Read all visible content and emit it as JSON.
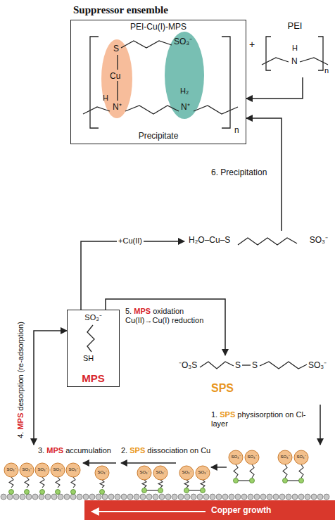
{
  "diagram": {
    "title": "Suppressor ensemble",
    "nodes": [
      {
        "text": [
          "PEI-Cu(I)-MPS",
          "Precipitate"
        ]
      },
      {
        "text": [
          "PEI"
        ]
      },
      {
        "text": [
          "H₂O–Cu–S",
          "SO₃⁻"
        ]
      },
      {
        "text": [
          "SO₃⁻",
          "SH",
          "MPS"
        ]
      },
      {
        "text": [
          "SPS"
        ]
      },
      {
        "text": [
          "Copper growth"
        ]
      }
    ],
    "edges": [
      {
        "from": 1,
        "to": 0,
        "arrow": "to"
      },
      {
        "from": 2,
        "to": 0,
        "label": "6. Precipitation",
        "arrow": "to"
      },
      {
        "from": 3,
        "to": 4,
        "label": "5. MPS oxidation Cu(II)→Cu(I) reduction",
        "arrow": "to"
      },
      {
        "from": 3,
        "to": 2,
        "label": "+Cu(II)",
        "arrow": "to"
      },
      {
        "from": 4,
        "to": 5,
        "label": "1. SPS physisorption on Cl-layer",
        "arrow": "to"
      },
      {
        "from": 5,
        "to": 3,
        "label": "4. MPS desorption (re-adsorption)",
        "arrow": "both"
      }
    ],
    "labels": [
      "S",
      "Cu",
      "SO₃⁻",
      "H",
      "N⁺",
      "H₂",
      "N⁺",
      "n",
      "+",
      "H",
      "N",
      "n",
      "⁻O₃S",
      "S",
      "S",
      "SO₃⁻",
      "2. SPS dissociation on Cu",
      "3. MPS accumulation",
      "SO₃⁻",
      "SO₃⁻",
      "SO₃⁻",
      "SO₃⁻",
      "SO₃⁻",
      "SO₃⁻",
      "SO₃⁻",
      "SO₃⁻",
      "SO₃⁻",
      "SO₃⁻",
      "SO₃⁻",
      "SO₃⁻",
      "SO₃⁻",
      "SO₃⁻"
    ]
  }
}
